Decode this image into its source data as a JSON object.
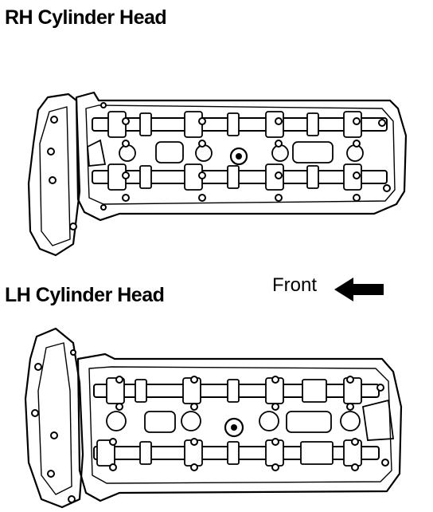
{
  "figure": {
    "rh_title": "RH Cylinder Head",
    "lh_title": "LH Cylinder Head",
    "front_label": "Front"
  },
  "icons": {
    "direction": "arrow-left-icon"
  }
}
